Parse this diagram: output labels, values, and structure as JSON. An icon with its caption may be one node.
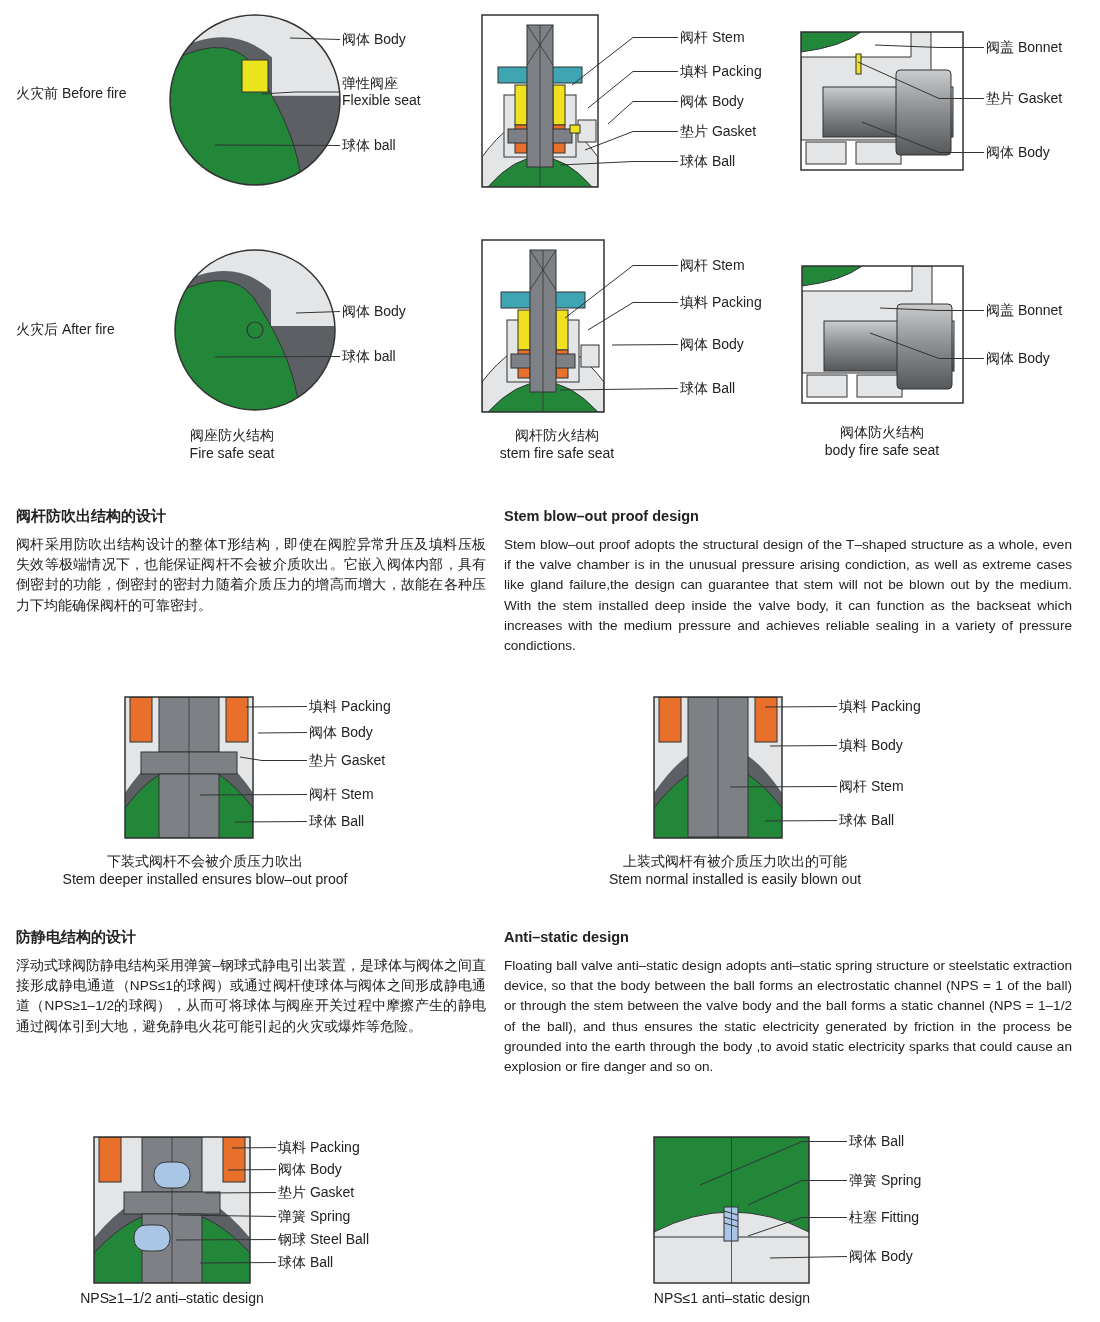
{
  "diagram": {
    "nodes": [
      {
        "text": [],
        "shape": "picture",
        "beside": [
          "火灾前 Before fire"
        ]
      },
      {
        "text": [
          "阀体 Body"
        ]
      },
      {
        "text": [
          "弹性阀座 Flexible seat"
        ]
      },
      {
        "text": [
          "球体 ball"
        ]
      },
      {
        "text": [],
        "shape": "picture"
      },
      {
        "text": [
          "阀杆 Stem"
        ]
      },
      {
        "text": [
          "填料 Packing"
        ]
      },
      {
        "text": [
          "阀体 Body"
        ]
      },
      {
        "text": [
          "垫片 Gasket"
        ]
      },
      {
        "text": [
          "球体 Ball"
        ]
      },
      {
        "text": [],
        "shape": "picture"
      },
      {
        "text": [
          "阀盖 Bonnet"
        ]
      },
      {
        "text": [
          "垫片 Gasket"
        ]
      },
      {
        "text": [
          "阀体 Body"
        ]
      },
      {
        "text": [],
        "shape": "picture",
        "beside": [
          "阀座防火结构",
          "Fire safe seat"
        ]
      },
      {
        "text": [
          "阀体 Body"
        ]
      },
      {
        "text": [
          "球体 ball"
        ]
      },
      {
        "text": [],
        "shape": "picture",
        "beside": [
          "阀杆防火结构",
          "stem fire safe seat"
        ]
      },
      {
        "text": [
          "阀杆 Stem"
        ]
      },
      {
        "text": [
          "填料 Packing"
        ]
      },
      {
        "text": [
          "阀体 Body"
        ]
      },
      {
        "text": [
          "球体 Ball"
        ]
      },
      {
        "text": [],
        "shape": "picture",
        "beside": [
          "阀体防火结构",
          "body fire safe seat"
        ]
      },
      {
        "text": [
          "阀盖 Bonnet"
        ]
      },
      {
        "text": [
          "阀体 Body"
        ]
      },
      {
        "text": [],
        "shape": "picture",
        "beside": [
          "下装式阀杆不会被介质压力吹出",
          "Stem deeper installed ensures blow–out proof"
        ]
      },
      {
        "text": [
          "填料 Packing"
        ]
      },
      {
        "text": [
          "阀体 Body"
        ]
      },
      {
        "text": [
          "垫片 Gasket"
        ]
      },
      {
        "text": [
          "阀杆 Stem"
        ]
      },
      {
        "text": [
          "球体 Ball"
        ]
      },
      {
        "text": [],
        "shape": "picture",
        "beside": [
          "上装式阀杆有被介质压力吹出的可能",
          "Stem normal installed is easily blown out"
        ]
      },
      {
        "text": [
          "填料 Packing"
        ]
      },
      {
        "text": [
          "填料 Body"
        ]
      },
      {
        "text": [
          "阀杆 Stem"
        ]
      },
      {
        "text": [
          "球体 Ball"
        ]
      },
      {
        "text": [],
        "shape": "picture",
        "beside": [
          "NPS≥1–1/2 anti–static design"
        ]
      },
      {
        "text": [
          "填料 Packing"
        ]
      },
      {
        "text": [
          "阀体 Body"
        ]
      },
      {
        "text": [
          "垫片 Gasket"
        ]
      },
      {
        "text": [
          "弹簧 Spring"
        ]
      },
      {
        "text": [
          "钢球 Steel Ball"
        ]
      },
      {
        "text": [
          "球体 Ball"
        ]
      },
      {
        "text": [],
        "shape": "picture",
        "beside": [
          "NPS≤1 anti–static design"
        ]
      },
      {
        "text": [
          "球体 Ball"
        ]
      },
      {
        "text": [
          "弹簧 Spring"
        ]
      },
      {
        "text": [
          "柱塞 Fitting"
        ]
      },
      {
        "text": [
          "阀体 Body"
        ]
      }
    ],
    "edges": [
      {
        "from": 1,
        "to": 0,
        "arrow": "none"
      },
      {
        "from": 2,
        "to": 0,
        "arrow": "none"
      },
      {
        "from": 3,
        "to": 0,
        "arrow": "none"
      },
      {
        "from": 5,
        "to": 4,
        "arrow": "none"
      },
      {
        "from": 6,
        "to": 4,
        "arrow": "none"
      },
      {
        "from": 7,
        "to": 4,
        "arrow": "none"
      },
      {
        "from": 8,
        "to": 4,
        "arrow": "none"
      },
      {
        "from": 9,
        "to": 4,
        "arrow": "none"
      },
      {
        "from": 11,
        "to": 10,
        "arrow": "none"
      },
      {
        "from": 12,
        "to": 10,
        "arrow": "none"
      },
      {
        "from": 13,
        "to": 10,
        "arrow": "none"
      },
      {
        "from": 15,
        "to": 14,
        "arrow": "none"
      },
      {
        "from": 16,
        "to": 14,
        "arrow": "none"
      },
      {
        "from": 18,
        "to": 17,
        "arrow": "none"
      },
      {
        "from": 19,
        "to": 17,
        "arrow": "none"
      },
      {
        "from": 20,
        "to": 17,
        "arrow": "none"
      },
      {
        "from": 21,
        "to": 17,
        "arrow": "none"
      },
      {
        "from": 23,
        "to": 22,
        "arrow": "none"
      },
      {
        "from": 24,
        "to": 22,
        "arrow": "none"
      },
      {
        "from": 26,
        "to": 25,
        "arrow": "none"
      },
      {
        "from": 27,
        "to": 25,
        "arrow": "none"
      },
      {
        "from": 28,
        "to": 25,
        "arrow": "none"
      },
      {
        "from": 29,
        "to": 25,
        "arrow": "none"
      },
      {
        "from": 30,
        "to": 25,
        "arrow": "none"
      },
      {
        "from": 32,
        "to": 31,
        "arrow": "none"
      },
      {
        "from": 33,
        "to": 31,
        "arrow": "none"
      },
      {
        "from": 34,
        "to": 31,
        "arrow": "none"
      },
      {
        "from": 35,
        "to": 31,
        "arrow": "none"
      },
      {
        "from": 37,
        "to": 36,
        "arrow": "none"
      },
      {
        "from": 38,
        "to": 36,
        "arrow": "none"
      },
      {
        "from": 39,
        "to": 36,
        "arrow": "none"
      },
      {
        "from": 40,
        "to": 36,
        "arrow": "none"
      },
      {
        "from": 41,
        "to": 36,
        "arrow": "none"
      },
      {
        "from": 42,
        "to": 36,
        "arrow": "none"
      },
      {
        "from": 44,
        "to": 43,
        "arrow": "none"
      },
      {
        "from": 45,
        "to": 43,
        "arrow": "none"
      },
      {
        "from": 46,
        "to": 43,
        "arrow": "none"
      },
      {
        "from": 47,
        "to": 43,
        "arrow": "none"
      }
    ],
    "labels": [
      "火灾后 After fire",
      "阀杆防吹出结构的设计",
      "阀杆采用防吹出结构设计的整体T形结构，即使在阀腔异常升压及填料压板失效等极端情况下，也能保证阀杆不会被介质吹出。它嵌入阀体内部，具有倒密封的功能，倒密封的密封力随着介质压力的增高而增大，故能在各种压力下均能确保阀杆的可靠密封。",
      "Stem blow–out proof design",
      "Stem blow–out proof adopts the structural design of the T–shaped structure as a whole, even if the valve chamber is in the unusual pressure arising condiction, as well as extreme cases like gland failure,the design can guarantee that stem will not be blown out by the medium. With the stem installed deep inside the valve body, it can function as the backseat which increases with the medium pressure and achieves reliable sealing in a variety of pressure condictions.",
      "防静电结构的设计",
      "浮动式球阀防静电结构采用弹簧–钢球式静电引出装置，是球体与阀体之间直接形成静电通道（NPS≤1的球阀）或通过阀杆使球体与阀体之间形成静电通道（NPS≥1–1/2的球阀），从而可将球体与阀座开关过程中摩擦产生的静电通过阀体引到大地，避免静电火花可能引起的火灾或爆炸等危险。",
      "Anti–static design",
      "Floating ball valve anti–static design adopts anti–static spring structure or steelstatic extraction device, so that the body between the ball forms an electrostatic channel (NPS = 1 of the ball) or through the stem between the valve body and the ball forms a static channel (NPS = 1–1/2 of the ball), and thus ensures the static electricity generated by friction in the process be grounded into the earth through the body ,to avoid static electricity sparks that could cause an explosion or fire danger and so on."
    ]
  }
}
